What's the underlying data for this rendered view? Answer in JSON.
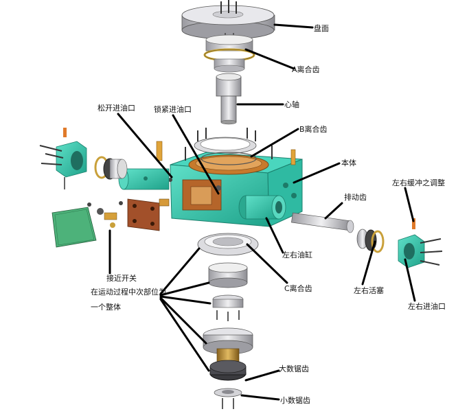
{
  "colors": {
    "body_teal": "#3fd0b8",
    "body_teal_dark": "#22a890",
    "copper": "#c77a2c",
    "brown_plate": "#a2502a",
    "metal_light": "#e6e6e8",
    "metal_mid": "#bdbdc2",
    "metal_dark": "#7b7b82",
    "gear_dark": "#3a3a3e",
    "bronze": "#b88a3a",
    "leader_line": "#000000"
  },
  "labels": {
    "pan_mian": "盘面",
    "a_clutch": "A离合齿",
    "core_shaft": "心轴",
    "release_inlet": "松开进油口",
    "lock_inlet": "锁紧进油口",
    "b_clutch": "B离合齿",
    "body": "本体",
    "buffer_adjust": "左右缓冲之调整",
    "row_gear": "排动齿",
    "lr_cylinder": "左右油缸",
    "c_clutch": "C离合齿",
    "lr_piston": "左右活塞",
    "lr_inlet": "左右进油口",
    "proximity_switch": "接近开关",
    "note_line1": "在运动过程中次部位为",
    "note_line2": "一个整体",
    "large_serration": "大数锯齿",
    "small_serration": "小数锯齿"
  }
}
